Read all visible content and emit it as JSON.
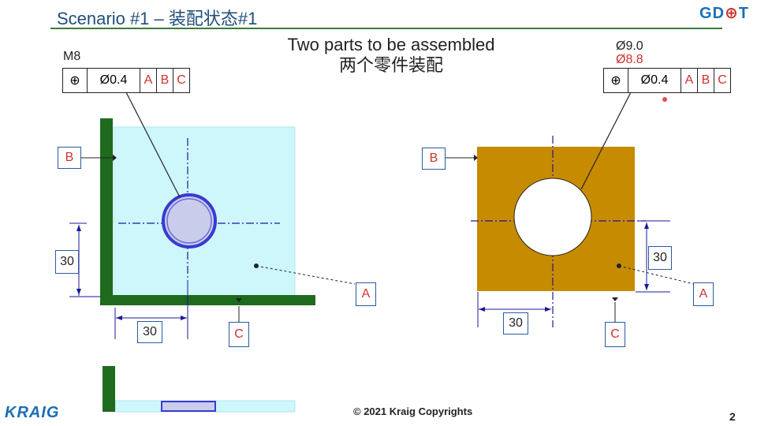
{
  "slide": {
    "title": "Scenario #1 – 装配状态#1",
    "logo_top_left": "GD",
    "logo_top_right": "T",
    "subtitle_en": "Two parts to be assembled",
    "subtitle_cn": "两个零件装配"
  },
  "left_part": {
    "thread_note": "M8",
    "fcf": {
      "symbol": "⊕",
      "tolerance": "Ø0.4",
      "datums": [
        "A",
        "B",
        "C"
      ]
    },
    "datum_b": "B",
    "datum_a": "A",
    "datum_c": "C",
    "dim_vertical": "30",
    "dim_horizontal": "30",
    "colors": {
      "plate": "#cdf7fb",
      "frame": "#1e6b1e",
      "hole": "#3a3ad0"
    }
  },
  "right_part": {
    "hole_size": "Ø9.0",
    "hole_size_alt": "Ø8.8",
    "fcf": {
      "symbol": "⊕",
      "tolerance": "Ø0.4",
      "datums": [
        "A",
        "B",
        "C"
      ]
    },
    "datum_b": "B",
    "datum_a": "A",
    "datum_c": "C",
    "dim_vertical": "30",
    "dim_horizontal": "30",
    "colors": {
      "plate": "#c78b00"
    }
  },
  "footer": {
    "logo": "KRAIG",
    "copyright": "© 2021 Kraig Copyrights",
    "page_number": "2"
  },
  "colors": {
    "accent": "#1f4e79",
    "datum_red": "#d0312d",
    "box_border": "#2a5aa0",
    "dash_line": "#1a1a9a"
  }
}
